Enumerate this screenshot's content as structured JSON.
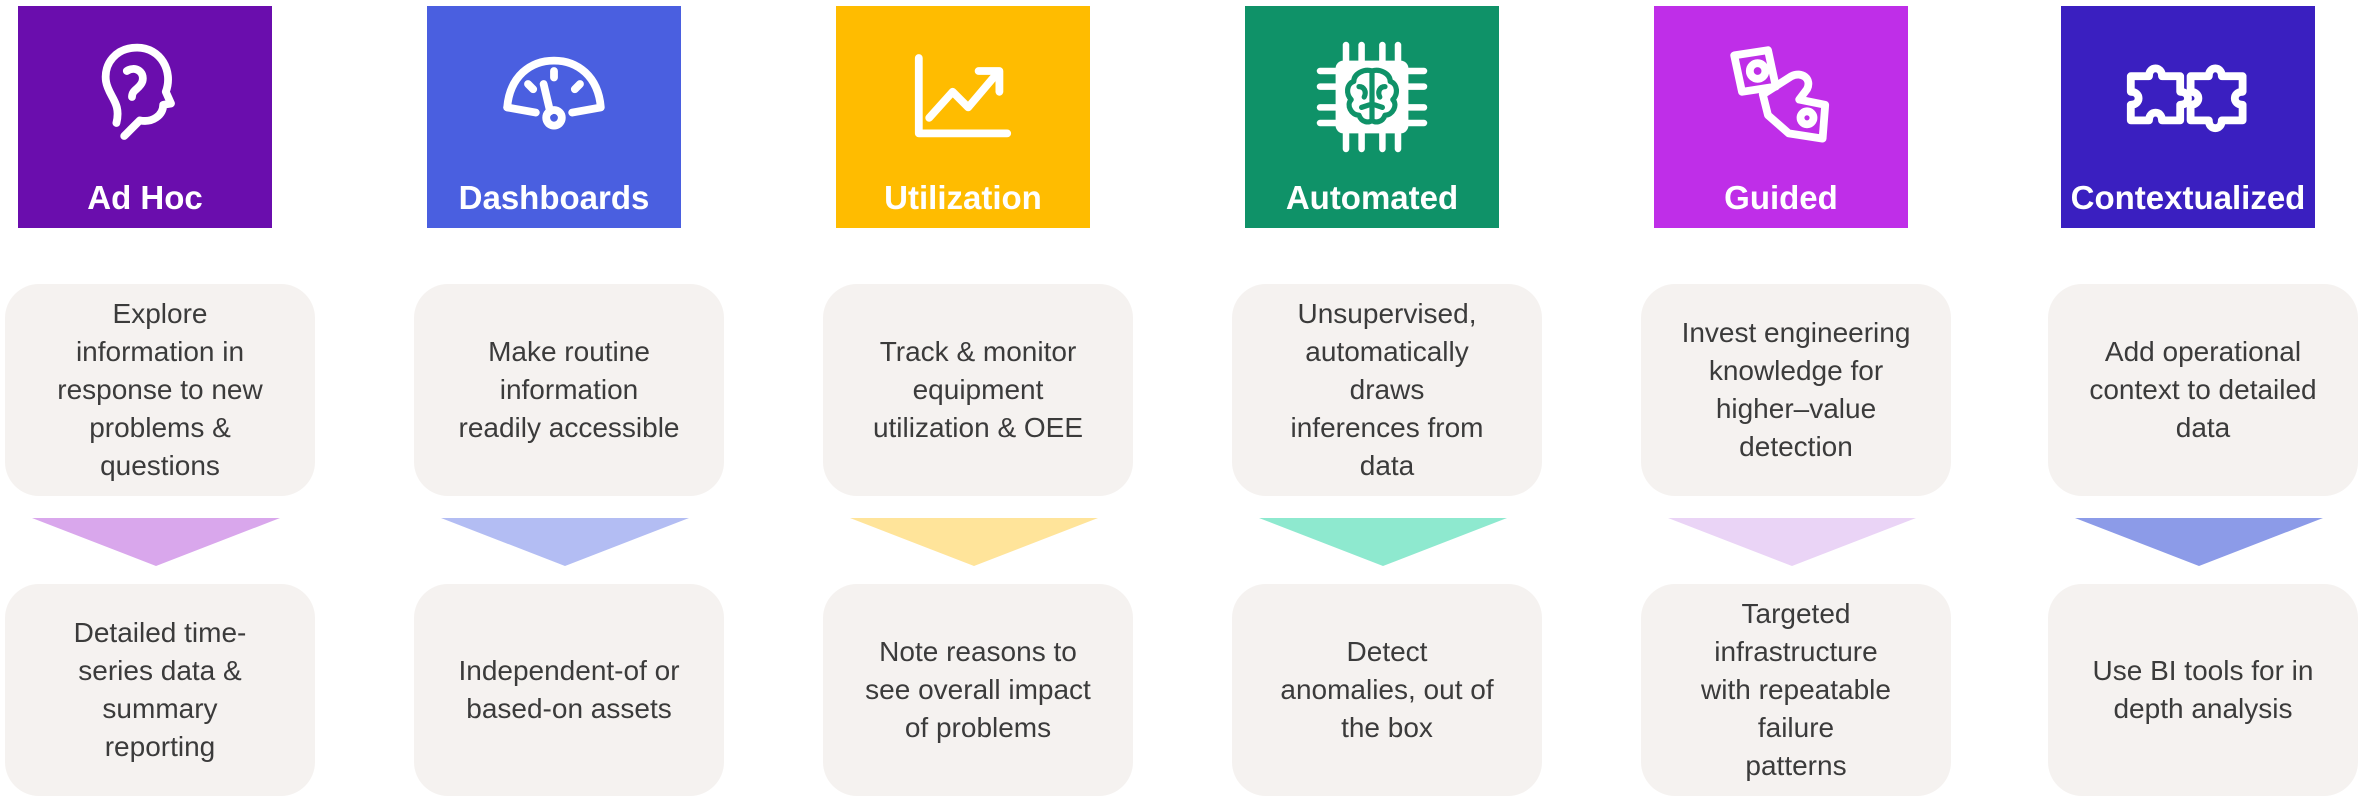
{
  "columns": [
    {
      "title": "Ad Hoc",
      "icon": "head-profile-icon",
      "tile_color": "#6a0dad",
      "arrow_color": "#d9a7ec",
      "top_text": "Explore\ninformation in\nresponse to new\nproblems &\nquestions",
      "bottom_text": "Detailed time-\nseries data &\nsummary\nreporting"
    },
    {
      "title": "Dashboards",
      "icon": "speedometer-icon",
      "tile_color": "#4a5fe0",
      "arrow_color": "#b3bdf3",
      "top_text": "Make routine\ninformation\nreadily accessible",
      "bottom_text": "Independent-of or\nbased-on assets"
    },
    {
      "title": "Utilization",
      "icon": "trending-chart-icon",
      "tile_color": "#ffbc00",
      "arrow_color": "#ffe49a",
      "top_text": "Track & monitor\nequipment\nutilization & OEE",
      "bottom_text": "Note reasons to\nsee overall impact\nof problems"
    },
    {
      "title": "Automated",
      "icon": "brain-chip-icon",
      "tile_color": "#0f9268",
      "arrow_color": "#8ee9cf",
      "top_text": "Unsupervised,\nautomatically\ndraws\ninferences from\ndata",
      "bottom_text": "Detect\nanomalies, out of\nthe box"
    },
    {
      "title": "Guided",
      "icon": "hand-money-icon",
      "tile_color": "#bf2ee8",
      "arrow_color": "#ead4f6",
      "top_text": "Invest engineering\nknowledge for\nhigher–value\ndetection",
      "bottom_text": "Targeted\ninfrastructure\nwith repeatable\nfailure\npatterns"
    },
    {
      "title": "Contextualized",
      "icon": "puzzle-pieces-icon",
      "tile_color": "#3a1fc0",
      "arrow_color": "#8c9be8",
      "top_text": "Add operational\ncontext to detailed\ndata",
      "bottom_text": "Use BI tools for in\ndepth analysis"
    }
  ]
}
